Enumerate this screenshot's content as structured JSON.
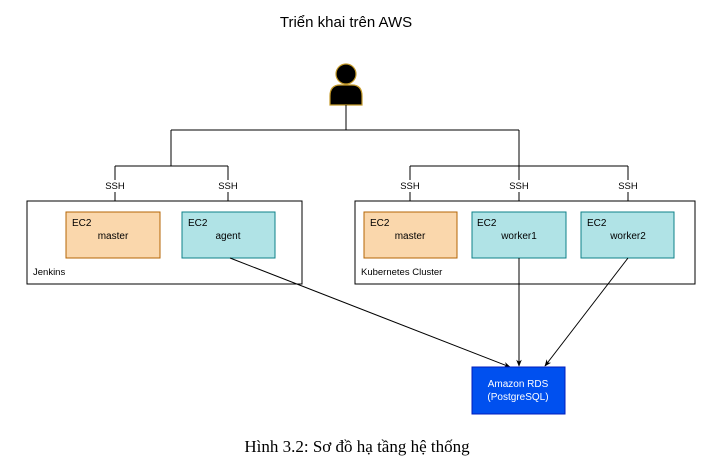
{
  "title": "Triển khai trên AWS",
  "caption": "Hình 3.2: Sơ đồ hạ tầng hệ thống",
  "user": {
    "icon": "user-icon"
  },
  "edge_label": "SSH",
  "groups": {
    "jenkins": {
      "label": "Jenkins"
    },
    "kubernetes": {
      "label": "Kubernetes Cluster"
    }
  },
  "nodes": {
    "jenkins_master": {
      "type": "EC2",
      "name": "master"
    },
    "jenkins_agent": {
      "type": "EC2",
      "name": "agent"
    },
    "k8s_master": {
      "type": "EC2",
      "name": "master"
    },
    "k8s_worker1": {
      "type": "EC2",
      "name": "worker1"
    },
    "k8s_worker2": {
      "type": "EC2",
      "name": "worker2"
    }
  },
  "database": {
    "line1": "Amazon RDS",
    "line2": "(PostgreSQL)"
  },
  "colors": {
    "master_fill": "#fad7ac",
    "master_stroke": "#b46504",
    "worker_fill": "#b0e3e6",
    "worker_stroke": "#0e8088",
    "rds_fill": "#0050ef",
    "rds_stroke": "#001dbc",
    "user_fill": "#000000",
    "user_stroke": "#c49a2a"
  }
}
